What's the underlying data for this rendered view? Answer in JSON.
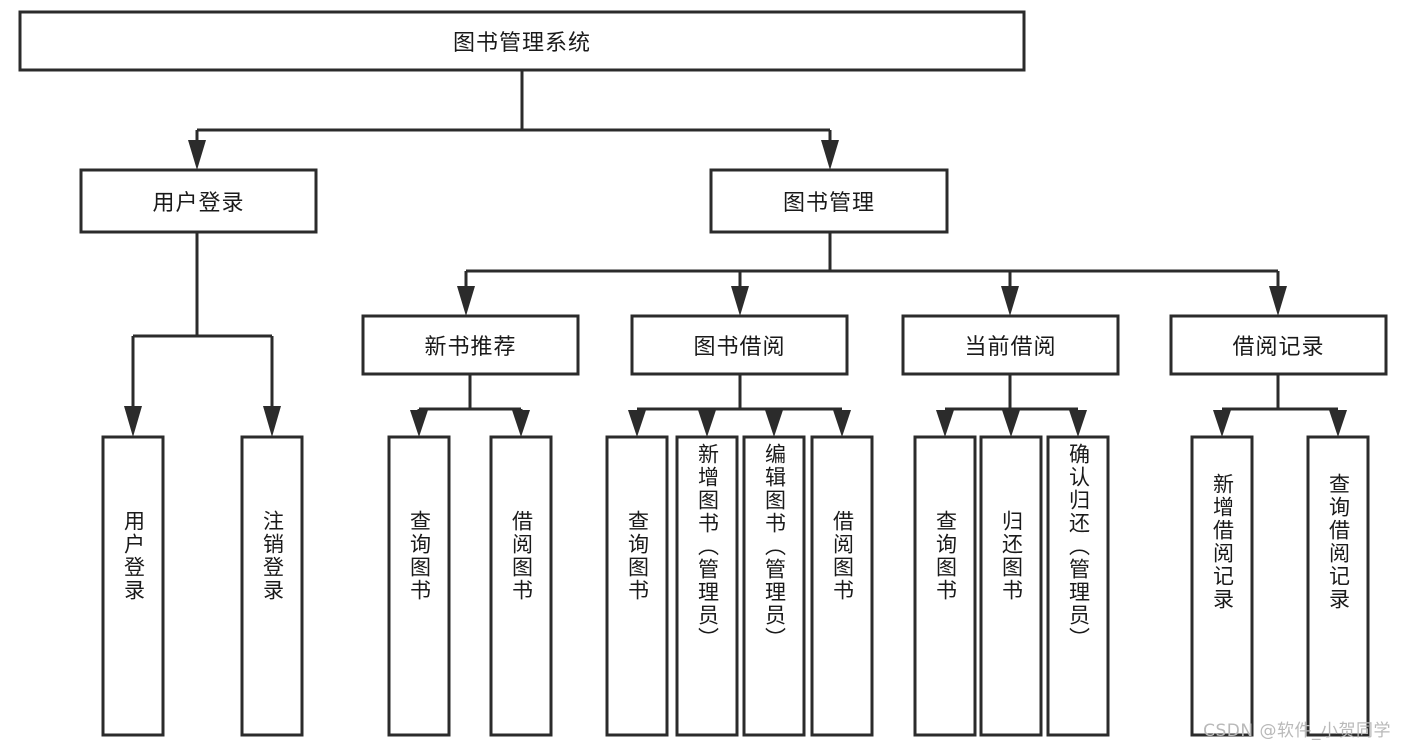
{
  "diagram": {
    "type": "tree-hierarchy",
    "title": "图书管理系统",
    "watermark": "CSDN @软件_小贺同学",
    "colors": {
      "stroke": "#2b2b2b",
      "fill": "#ffffff",
      "text": "#1a1a1a",
      "watermark": "#b9b9b9",
      "background": "#ffffff"
    },
    "levels": {
      "root": "图书管理系统",
      "level2": [
        "用户登录",
        "图书管理"
      ],
      "level3": [
        "新书推荐",
        "图书借阅",
        "当前借阅",
        "借阅记录"
      ]
    },
    "nodes": {
      "root": {
        "label": "图书管理系统",
        "orientation": "horizontal"
      },
      "user_login": {
        "label": "用户登录",
        "orientation": "horizontal"
      },
      "book_manage": {
        "label": "图书管理",
        "orientation": "horizontal"
      },
      "new_book_rec": {
        "label": "新书推荐",
        "orientation": "horizontal"
      },
      "book_borrow": {
        "label": "图书借阅",
        "orientation": "horizontal"
      },
      "current_borrow": {
        "label": "当前借阅",
        "orientation": "horizontal"
      },
      "borrow_record": {
        "label": "借阅记录",
        "orientation": "horizontal"
      },
      "leaf_user_login": {
        "label": "用户登录",
        "orientation": "vertical"
      },
      "leaf_logout": {
        "label": "注销登录",
        "orientation": "vertical"
      },
      "leaf_query_book_1": {
        "label": "查询图书",
        "orientation": "vertical"
      },
      "leaf_borrow_book_1": {
        "label": "借阅图书",
        "orientation": "vertical"
      },
      "leaf_query_book_2": {
        "label": "查询图书",
        "orientation": "vertical"
      },
      "leaf_add_book": {
        "label": "新增图书（管理员）",
        "orientation": "vertical"
      },
      "leaf_edit_book": {
        "label": "编辑图书（管理员）",
        "orientation": "vertical"
      },
      "leaf_borrow_book_2": {
        "label": "借阅图书",
        "orientation": "vertical"
      },
      "leaf_query_book_3": {
        "label": "查询图书",
        "orientation": "vertical"
      },
      "leaf_return_book": {
        "label": "归还图书",
        "orientation": "vertical"
      },
      "leaf_confirm_return": {
        "label": "确认归还（管理员）",
        "orientation": "vertical"
      },
      "leaf_add_record": {
        "label": "新增借阅记录",
        "orientation": "vertical"
      },
      "leaf_query_record": {
        "label": "查询借阅记录",
        "orientation": "vertical"
      }
    },
    "edges": [
      {
        "from": "图书管理系统",
        "to": "用户登录"
      },
      {
        "from": "图书管理系统",
        "to": "图书管理"
      },
      {
        "from": "用户登录",
        "to": "用户登录"
      },
      {
        "from": "用户登录",
        "to": "注销登录"
      },
      {
        "from": "图书管理",
        "to": "新书推荐"
      },
      {
        "from": "图书管理",
        "to": "图书借阅"
      },
      {
        "from": "图书管理",
        "to": "当前借阅"
      },
      {
        "from": "图书管理",
        "to": "借阅记录"
      },
      {
        "from": "新书推荐",
        "to": "查询图书"
      },
      {
        "from": "新书推荐",
        "to": "借阅图书"
      },
      {
        "from": "图书借阅",
        "to": "查询图书"
      },
      {
        "from": "图书借阅",
        "to": "新增图书（管理员）"
      },
      {
        "from": "图书借阅",
        "to": "编辑图书（管理员）"
      },
      {
        "from": "图书借阅",
        "to": "借阅图书"
      },
      {
        "from": "当前借阅",
        "to": "查询图书"
      },
      {
        "from": "当前借阅",
        "to": "归还图书"
      },
      {
        "from": "当前借阅",
        "to": "确认归还（管理员）"
      },
      {
        "from": "借阅记录",
        "to": "新增借阅记录"
      },
      {
        "from": "借阅记录",
        "to": "查询借阅记录"
      }
    ]
  }
}
